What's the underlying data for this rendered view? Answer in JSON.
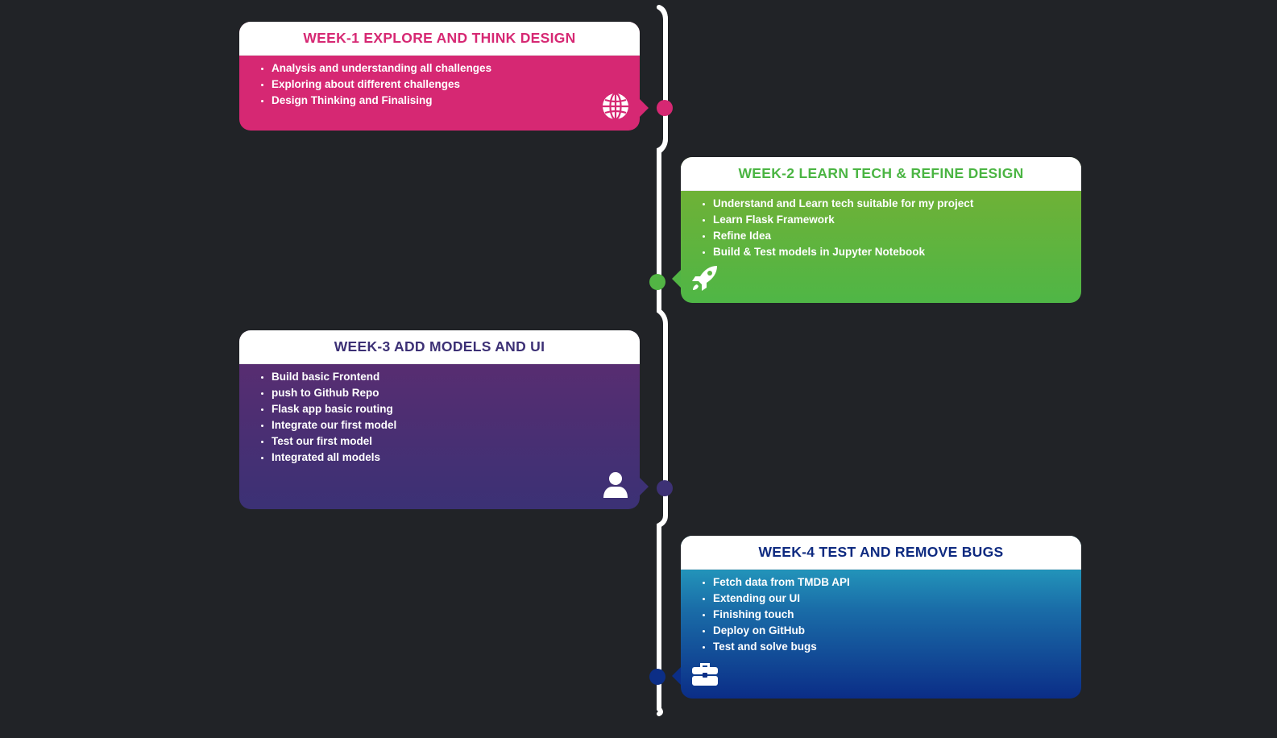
{
  "colors": {
    "background": "#212327",
    "spine": "#ffffff",
    "week1": "#d62873",
    "week2": "#4bb543",
    "week3": "#3c3075",
    "week4": "#0e2a80"
  },
  "timeline": {
    "weeks": [
      {
        "title": "WEEK-1 EXPLORE AND THINK DESIGN",
        "icon": "globe-icon",
        "items": [
          "Analysis and understanding all challenges",
          "Exploring about different challenges",
          "Design Thinking and Finalising"
        ]
      },
      {
        "title": "WEEK-2 LEARN TECH & REFINE DESIGN",
        "icon": "rocket-icon",
        "items": [
          "Understand and Learn tech suitable for my project",
          "Learn Flask Framework",
          "Refine Idea",
          "Build & Test models in Jupyter Notebook"
        ]
      },
      {
        "title": "WEEK-3 ADD MODELS AND UI",
        "icon": "user-icon",
        "items": [
          "Build basic Frontend",
          "push to Github Repo",
          "Flask app basic routing",
          "Integrate our first model",
          "Test our first model",
          "Integrated all models"
        ]
      },
      {
        "title": "WEEK-4 TEST AND REMOVE BUGS",
        "icon": "briefcase-icon",
        "items": [
          "Fetch data from TMDB API",
          "Extending our UI",
          "Finishing touch",
          "Deploy on GitHub",
          "Test and solve bugs"
        ]
      }
    ]
  }
}
